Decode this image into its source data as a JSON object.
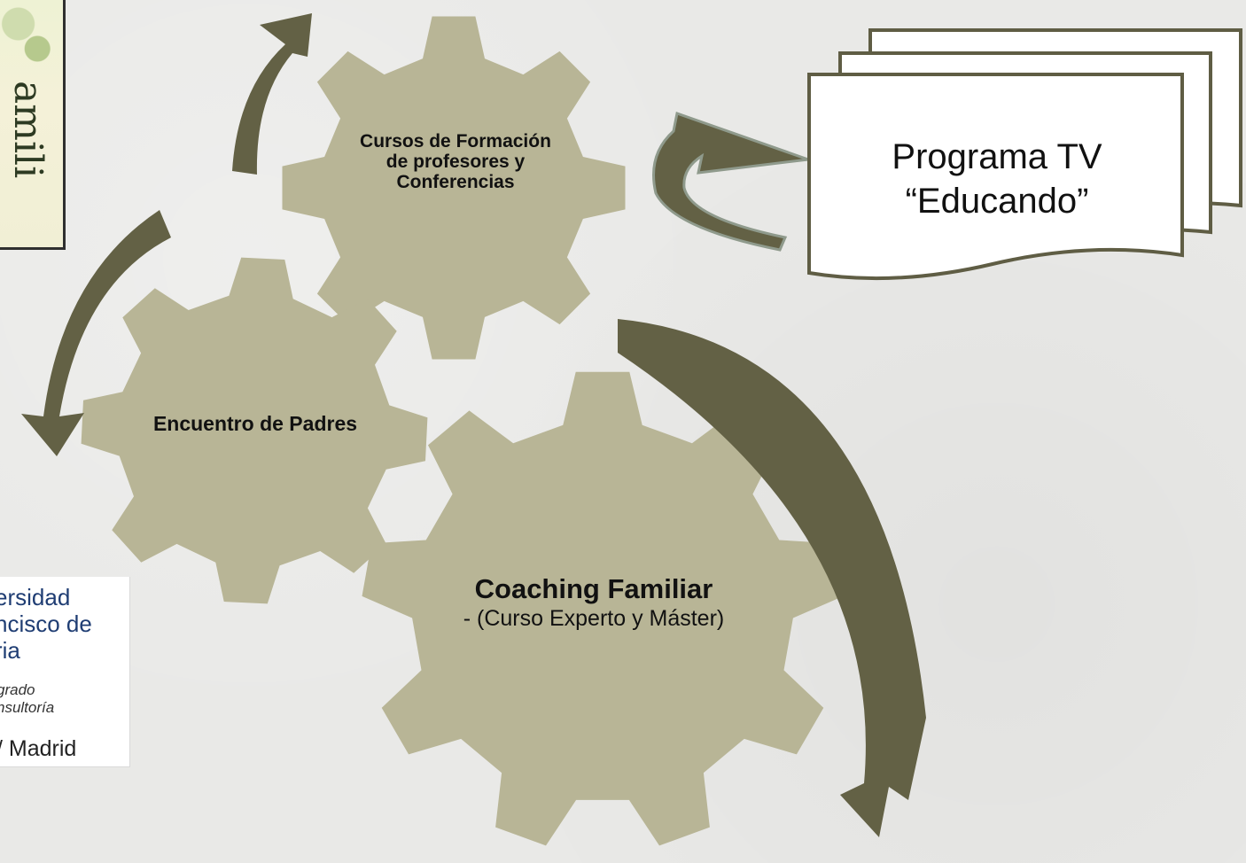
{
  "colors": {
    "background": "#e9e9e7",
    "gear_fill": "#b8b596",
    "arrow_fill": "#636145",
    "doc_fill": "#ffffff",
    "doc_stroke": "#5f5d44"
  },
  "gears": {
    "cursos": "Cursos de Formación de profesores y Conferencias",
    "encuentro": "Encuentro de Padres",
    "coaching_title": "Coaching Familiar",
    "coaching_sub": "- (Curso Experto y Máster)"
  },
  "tv": {
    "line1": "Programa TV",
    "line2": "“Educando”"
  },
  "photo_fragment": {
    "text": "amili"
  },
  "logo_fragment": {
    "line1": "ersidad",
    "line2": "ncisco de",
    "line3": "ria",
    "line4": "grado",
    "line5": "nsultoría",
    "line6": "/ Madrid"
  }
}
